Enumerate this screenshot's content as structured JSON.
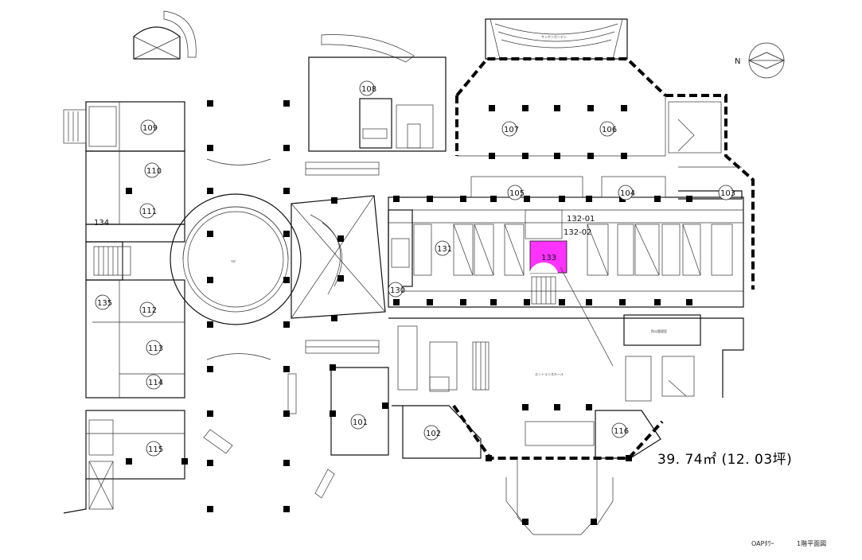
{
  "map": {
    "highlight_color": "#ff33ff",
    "highlighted_unit": "133",
    "area_label": "39. 74㎡ (12. 03坪)",
    "building_name": "OAPﾀﾜｰ",
    "floor_name": "1階平面図",
    "compass_label": "N",
    "units": [
      "101",
      "102",
      "103",
      "104",
      "105",
      "106",
      "107",
      "108",
      "109",
      "110",
      "111",
      "112",
      "113",
      "114",
      "115",
      "116",
      "130",
      "131",
      "132-01",
      "132-02",
      "133",
      "134",
      "135"
    ],
    "small_labels": {
      "garden": "サンケンガーデン",
      "entrance_hall": "エントランスホール",
      "disaster_center": "防災管理室",
      "center_court": "ﾏﾙﾁ"
    }
  }
}
